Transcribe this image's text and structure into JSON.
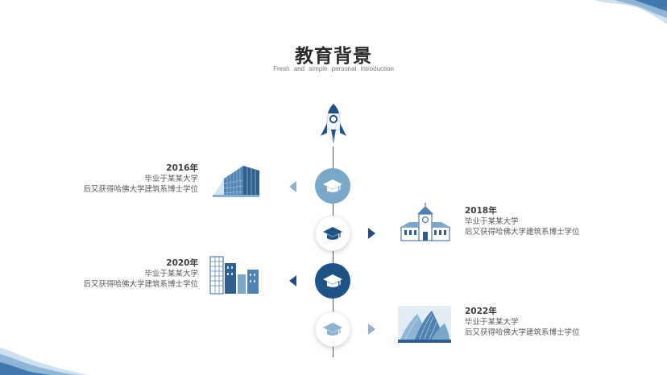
{
  "header": {
    "title": "教育背景",
    "subtitle": "Fresh and simple personal introduction"
  },
  "colors": {
    "accent_dark": "#1f5386",
    "accent_light": "#7aa6c8",
    "text": "#5a5a5a"
  },
  "timeline": {
    "start_icon": "rocket-icon",
    "node_icon": "graduation-cap-icon",
    "items": [
      {
        "year": "2016年",
        "line1": "毕业于某某大学",
        "line2": "后又获得哈佛大学建筑系博士学位",
        "side": "left",
        "image": "modern-glass-building"
      },
      {
        "year": "2018年",
        "line1": "毕业于某某大学",
        "line2": "后又获得哈佛大学建筑系博士学位",
        "side": "right",
        "image": "clock-tower-university"
      },
      {
        "year": "2020年",
        "line1": "毕业于某某大学",
        "line2": "后又获得哈佛大学建筑系博士学位",
        "side": "left",
        "image": "city-skyscrapers"
      },
      {
        "year": "2022年",
        "line1": "毕业于某某大学",
        "line2": "后又获得哈佛大学建筑系博士学位",
        "side": "right",
        "image": "futuristic-architecture"
      }
    ]
  }
}
